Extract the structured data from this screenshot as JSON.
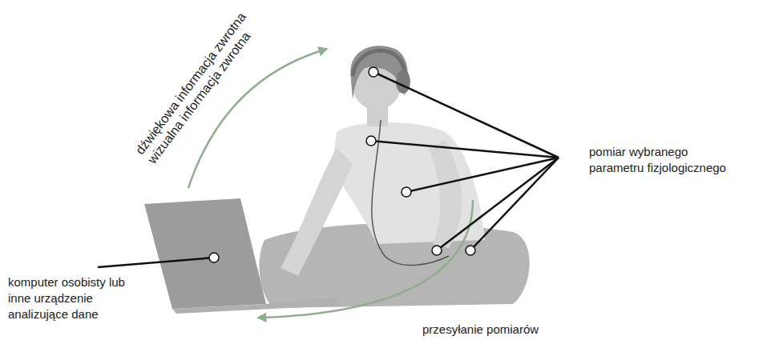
{
  "diagram": {
    "labels": [
      "dźwiękowa informacja zwrotna",
      "wizualna informacja zwrotna",
      "pomiar wybranego parametru fizjologicznego",
      "komputer osobisty lub inne urządzenie analizujące dane",
      "przesyłanie pomiarów"
    ]
  }
}
